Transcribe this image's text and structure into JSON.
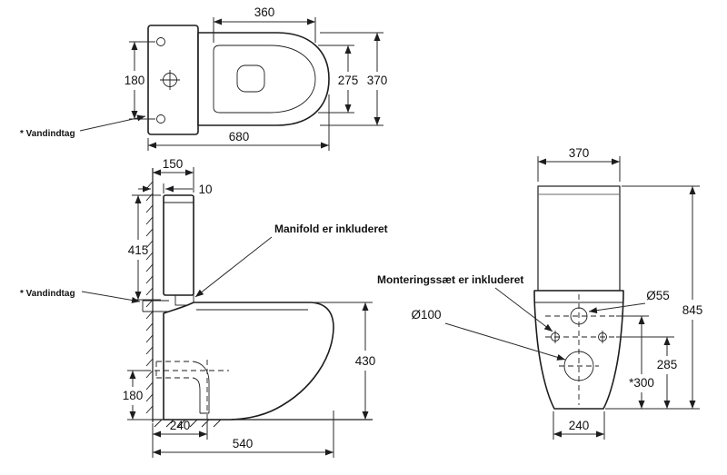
{
  "drawing": {
    "annotations": {
      "vandindtag_top": "* Vandindtag",
      "vandindtag_side": "* Vandindtag",
      "manifold_note": "Manifold er inkluderet",
      "mounting_note": "Monteringssæt er inkluderet"
    },
    "top_view": {
      "seat_width": "360",
      "inlet_spacing": "180",
      "seat_depth": "275",
      "overall_width": "370",
      "overall_length": "680"
    },
    "side_view": {
      "tank_depth": "150",
      "wall_gap": "10",
      "tank_height": "415",
      "seat_height": "430",
      "outlet_height": "180",
      "outlet_offset": "240",
      "overall_depth": "540"
    },
    "front_view": {
      "overall_width": "370",
      "inlet_diameter": "Ø55",
      "overall_height": "845",
      "drain_diameter": "Ø100",
      "inlet_height": "*300",
      "mounting_height": "285",
      "base_width": "240"
    },
    "colors": {
      "line": "#1d1d1f",
      "tank_fill": "#4a4a4e",
      "background": "#ffffff"
    }
  }
}
